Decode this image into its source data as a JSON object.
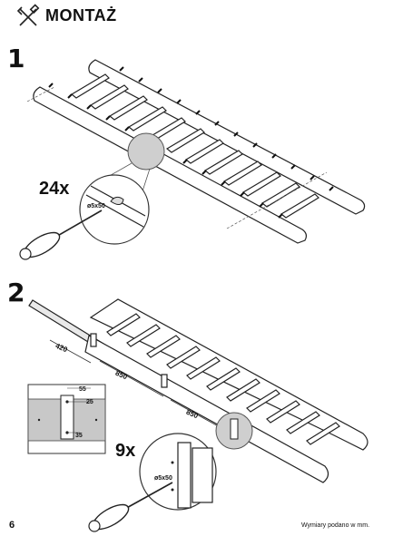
{
  "header": {
    "title": "MONTAŻ",
    "icon": "tools-icon"
  },
  "step1": {
    "number": "1",
    "quantity": "24x",
    "screw": "ø5x50"
  },
  "step2": {
    "number": "2",
    "quantity": "9x",
    "screw": "ø5x50",
    "dimensions": {
      "d420": "420",
      "d850a": "850",
      "d850b": "850",
      "d55": "55",
      "d25": "25",
      "d35": "35"
    }
  },
  "footer": {
    "page_number": "6",
    "note": "Wymiary podano w mm."
  }
}
